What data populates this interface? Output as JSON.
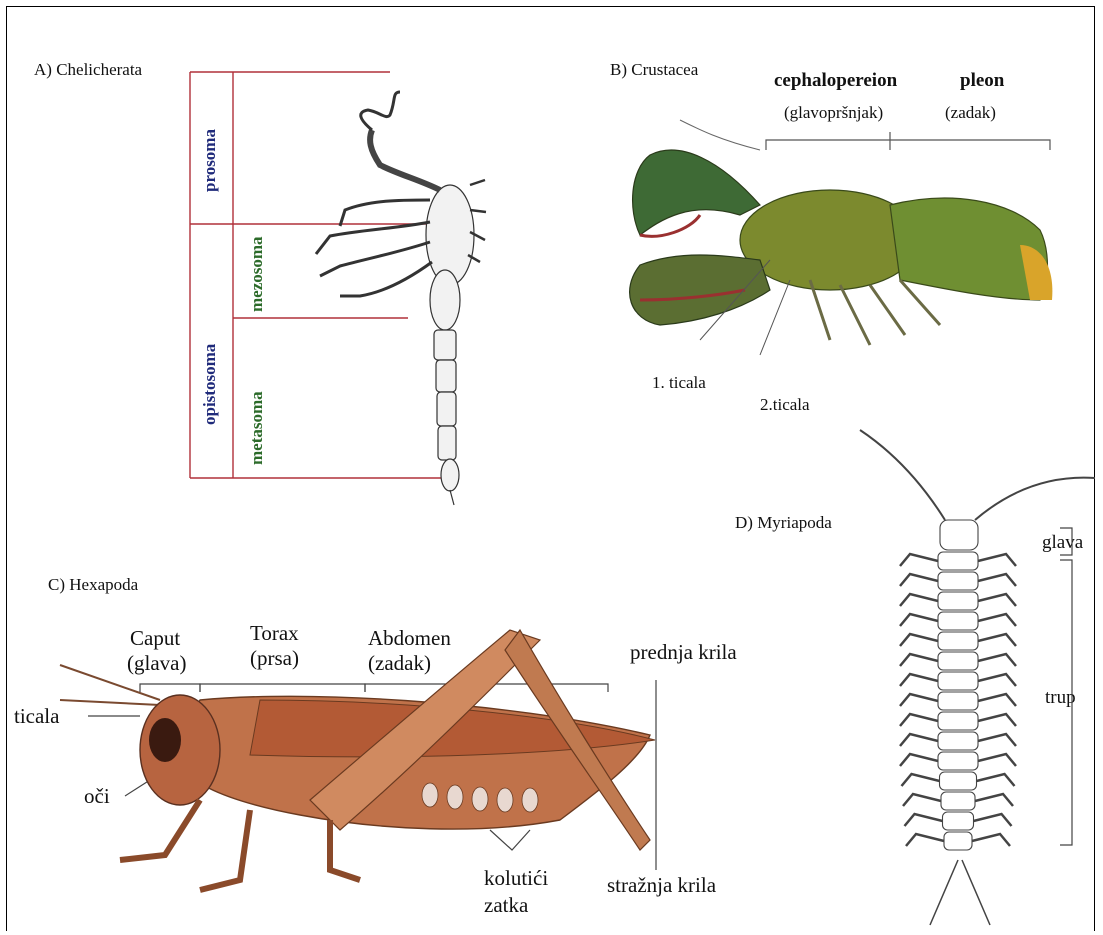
{
  "sections": {
    "a": {
      "title": "A) Chelicherata",
      "prosoma": "prosoma",
      "mezosoma": "mezosoma",
      "opistosoma": "opistosoma",
      "metasoma": "metasoma"
    },
    "b": {
      "title": "B) Crustacea",
      "cephalopereion": "cephalopereion",
      "cephalopereion_hr": "(glavopršnjak)",
      "pleon": "pleon",
      "pleon_hr": "(zadak)",
      "ticala1": "1. ticala",
      "ticala2": "2.ticala"
    },
    "c": {
      "title": "C) Hexapoda",
      "caput": "Caput",
      "caput_hr": "(glava)",
      "torax": "Torax",
      "torax_hr": "(prsa)",
      "abdomen": "Abdomen",
      "abdomen_hr": "(zadak)",
      "prednja_krila": "prednja krila",
      "ticala": "ticala",
      "oci": "oči",
      "kolutici": "kolutići",
      "zatka": "zatka",
      "straznja_krila": "stražnja krila"
    },
    "d": {
      "title": "D) Myriapoda",
      "glava": "glava",
      "trup": "trup"
    }
  },
  "colors": {
    "bracket_red": "#b0303a",
    "prosoma_blue": "#1f2a7a",
    "mezosoma_green": "#2c6b2a",
    "grasshopper_brown": "#b5643a",
    "lobster_green": "#5b7a2a"
  },
  "icons": [
    "scorpion-drawing",
    "lobster-drawing",
    "grasshopper-drawing",
    "centipede-drawing"
  ]
}
